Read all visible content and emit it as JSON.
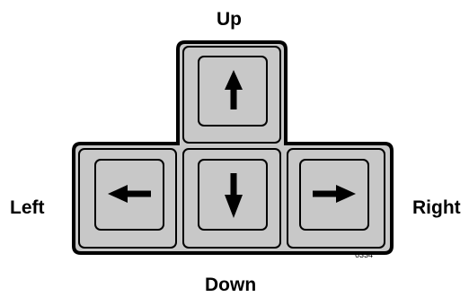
{
  "labels": {
    "up": "Up",
    "down": "Down",
    "left": "Left",
    "right": "Right"
  },
  "figure_code": "6334",
  "keys": [
    {
      "name": "up",
      "icon": "arrow-up-icon"
    },
    {
      "name": "left",
      "icon": "arrow-left-icon"
    },
    {
      "name": "down",
      "icon": "arrow-down-icon"
    },
    {
      "name": "right",
      "icon": "arrow-right-icon"
    }
  ],
  "colors": {
    "key_fill": "#c8c8c8",
    "outline": "#000000",
    "background": "#ffffff"
  }
}
